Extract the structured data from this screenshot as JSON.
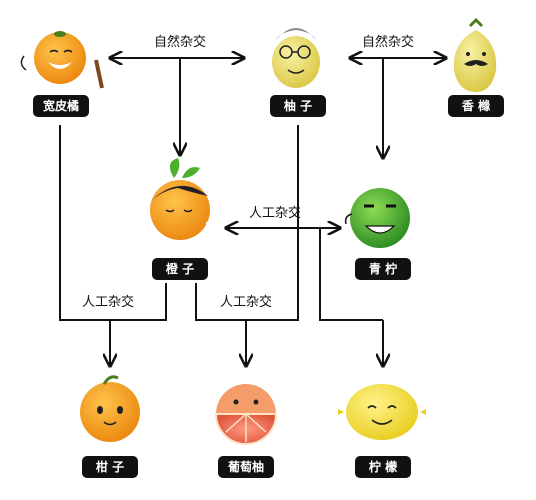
{
  "nodes": {
    "kuanpiju": "宽皮橘",
    "youzi": "柚 子",
    "xiangyuan": "香 橼",
    "chengzi": "橙 子",
    "qingning": "青 柠",
    "ganzi": "柑 子",
    "putaoyou": "葡萄柚",
    "ningmeng": "柠 檬"
  },
  "edges": {
    "natural_1": "自然杂交",
    "natural_2": "自然杂交",
    "artificial_1": "人工杂交",
    "artificial_2": "人工杂交",
    "artificial_3": "人工杂交"
  },
  "colors": {
    "label_bg": "#111111",
    "orange": "#f39a1e",
    "pomelo": "#eadf6a",
    "citron": "#efe06a",
    "lime": "#4fb43a",
    "grapefruit": "#f07a55",
    "lemon": "#f6e34a"
  },
  "icons": {
    "kuanpiju": "old-mandarin-with-cane-icon",
    "youzi": "grandma-pomelo-with-glasses-icon",
    "xiangyuan": "mustached-citron-icon",
    "chengzi": "orange-with-leaf-icon",
    "qingning": "smiling-lime-icon",
    "ganzi": "cute-tangerine-icon",
    "putaoyou": "grapefruit-half-icon",
    "ningmeng": "happy-lemon-icon"
  }
}
